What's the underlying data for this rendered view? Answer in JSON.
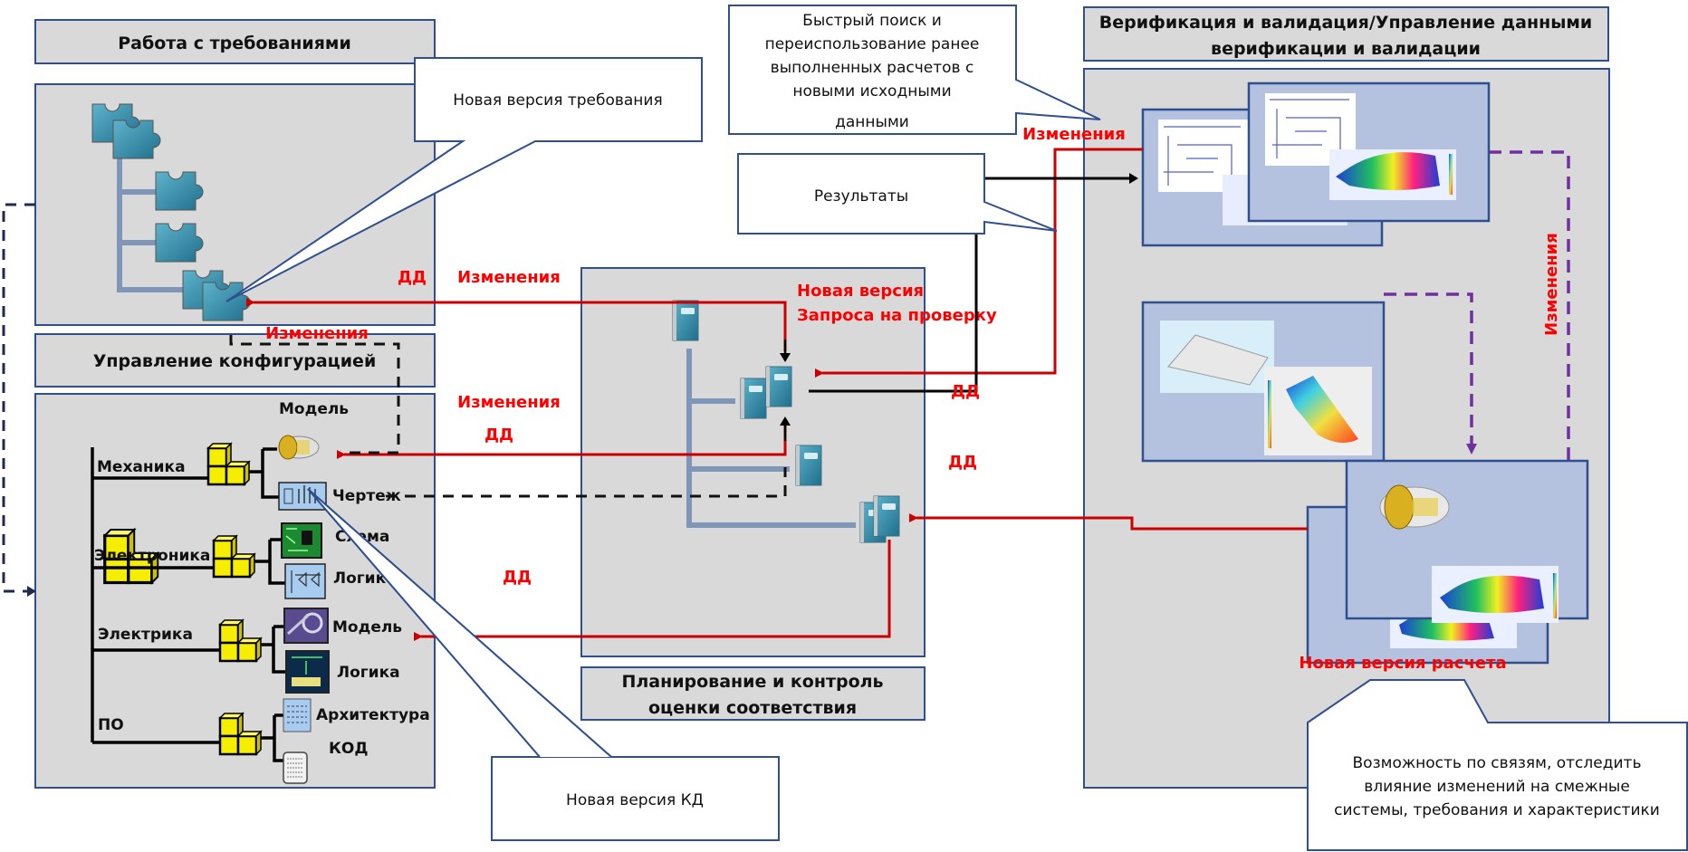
{
  "sections": {
    "requirements": {
      "title": "Работа с требованиями"
    },
    "configuration": {
      "title": "Управление конфигурацией"
    },
    "planning": {
      "title_line1": "Планирование и контроль",
      "title_line2": "оценки соответствия"
    },
    "verification": {
      "title_line1": "Верификация и валидация/Управление данными",
      "title_line2": "верификации и валидации"
    }
  },
  "callouts": {
    "new_requirement": "Новая версия требования",
    "quick_search": [
      "Быстрый поиск и",
      "переиспользование ранее",
      "выполненных расчетов с",
      "новыми исходными",
      "данными"
    ],
    "results": "Результаты",
    "new_kd": "Новая версия КД",
    "traceability": [
      "Возможность по связям, отследить",
      "влияние изменений  на смежные",
      "системы, требования и характеристики"
    ]
  },
  "config_tree": {
    "branches": [
      {
        "label": "Механика",
        "items": [
          "Модель",
          "Чертеж"
        ]
      },
      {
        "label": "Электроника",
        "items": [
          "Схема",
          "Логика"
        ]
      },
      {
        "label": "Электрика",
        "items": [
          "Модель",
          "Логика"
        ]
      },
      {
        "label": "ПО",
        "items": [
          "Архитектура",
          "КОД"
        ]
      }
    ]
  },
  "annotations": {
    "changes": "Изменения",
    "dd": "ДД",
    "new_request_line1": "Новая версия",
    "new_request_line2": "Запроса на проверку",
    "new_calc": "Новая версия расчета"
  },
  "colors": {
    "panel": "#d9d9d9",
    "border": "#2f4f8f",
    "subpanel": "#b4c2e0",
    "change_red": "#ff0000",
    "arrow_red": "#cc0000",
    "purple": "#7030a0",
    "block_yellow": "#f5ee00",
    "puzzle_teal": "#2a8aa8"
  }
}
